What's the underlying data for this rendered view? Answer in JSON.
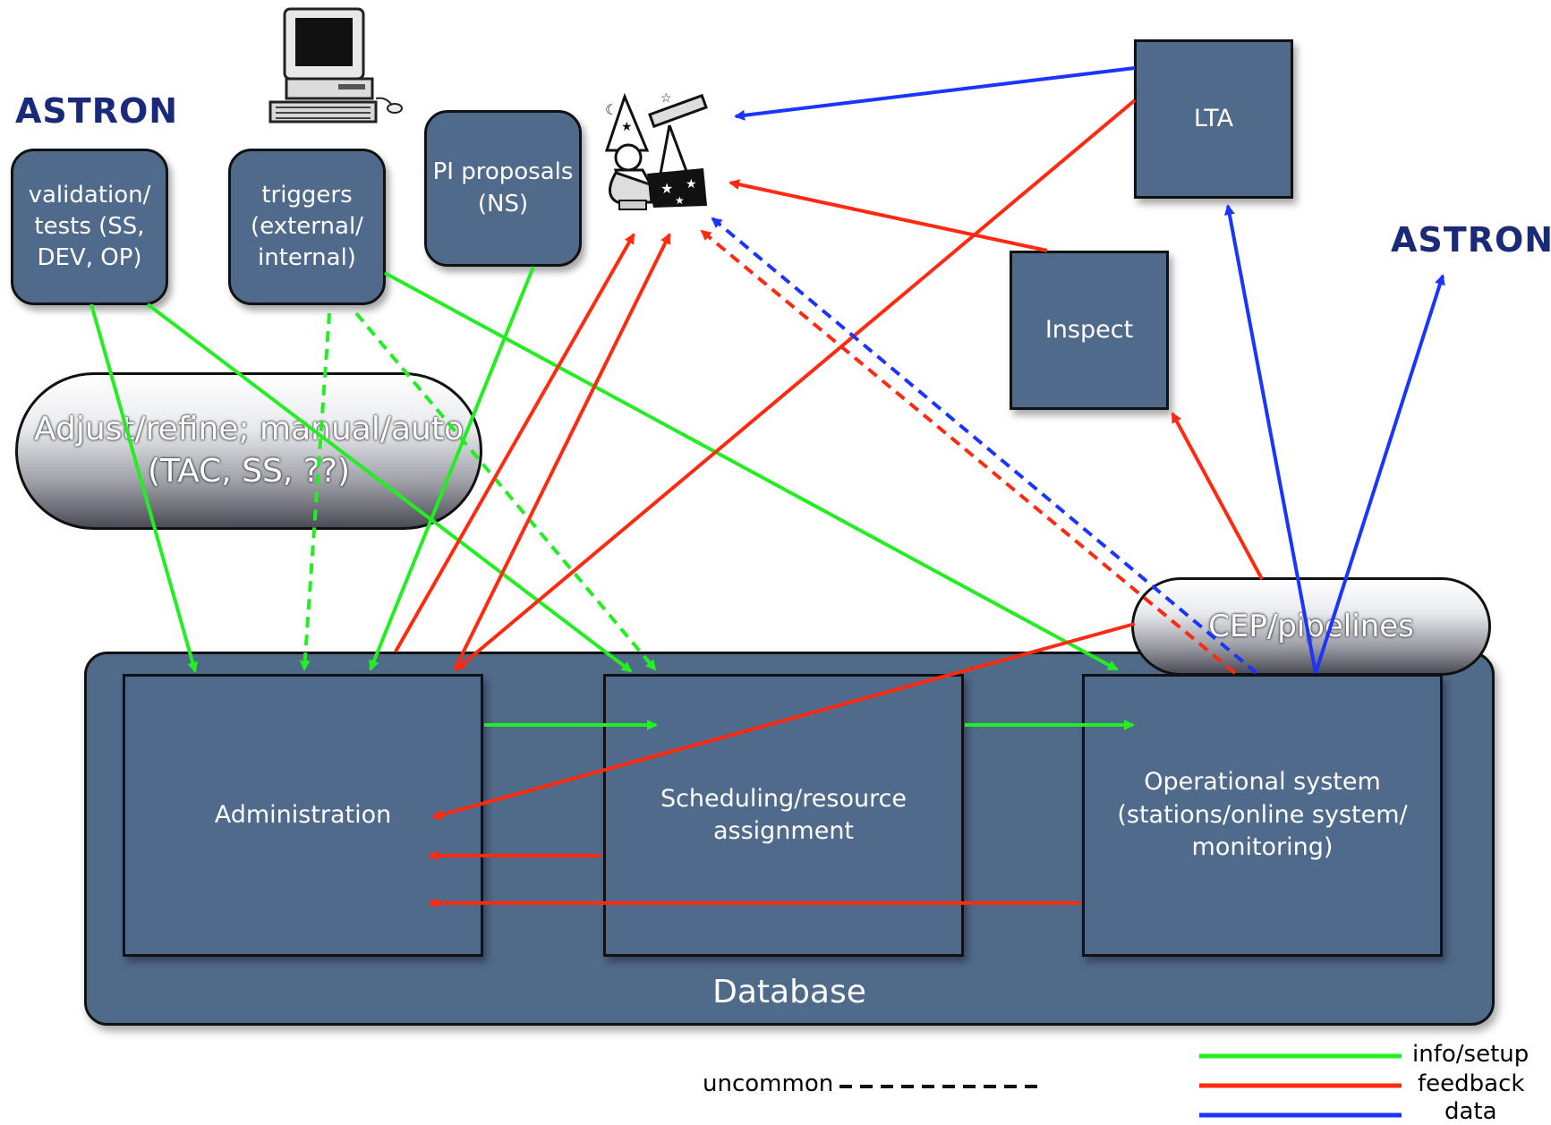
{
  "logos": {
    "top_left": "ASTRON",
    "right": "ASTRON"
  },
  "boxes": {
    "validation": "validation/\ntests (SS,\nDEV, OP)",
    "triggers": "triggers\n(external/\ninternal)",
    "pi_proposals": "PI proposals\n(NS)",
    "lta": "LTA",
    "inspect": "Inspect",
    "administration": "Administration",
    "scheduling": "Scheduling/resource\nassignment",
    "operational": "Operational system\n(stations/online system/\nmonitoring)",
    "database": "Database"
  },
  "pills": {
    "adjust": "Adjust/refine; manual/auto\n(TAC, SS, ??)",
    "cep": "CEP/pipelines"
  },
  "legend": {
    "uncommon": "uncommon",
    "info": "info/setup",
    "feedback": "feedback",
    "data": "data"
  },
  "colors": {
    "info": "#22ee22",
    "feedback": "#ff2a10",
    "data": "#1a35ff"
  },
  "icons": [
    "computer-icon",
    "astronomer-telescope-icon"
  ]
}
